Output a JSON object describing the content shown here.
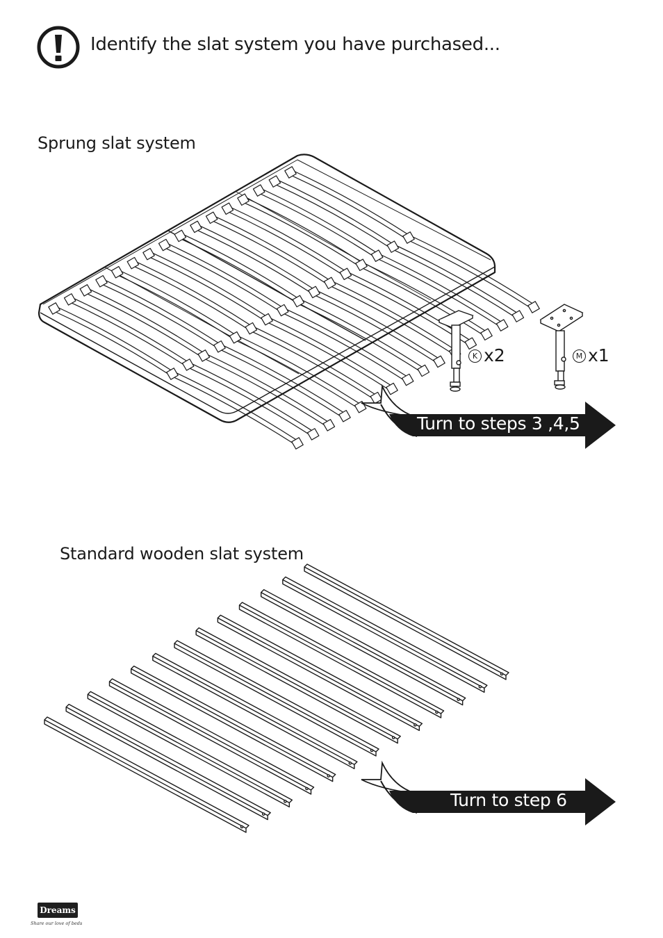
{
  "header": {
    "text": "Identify the slat system you have purchased..."
  },
  "sections": {
    "sprung": {
      "title": "Sprung slat system",
      "parts": [
        {
          "letter": "K",
          "quantity": "x2"
        },
        {
          "letter": "M",
          "quantity": "x1"
        }
      ],
      "arrow_text": "Turn to steps 3 ,4,5"
    },
    "standard": {
      "title": "Standard wooden slat system",
      "arrow_text": "Turn to step 6"
    }
  },
  "footer": {
    "brand": "Dreams",
    "tagline": "Share our love of beds"
  }
}
